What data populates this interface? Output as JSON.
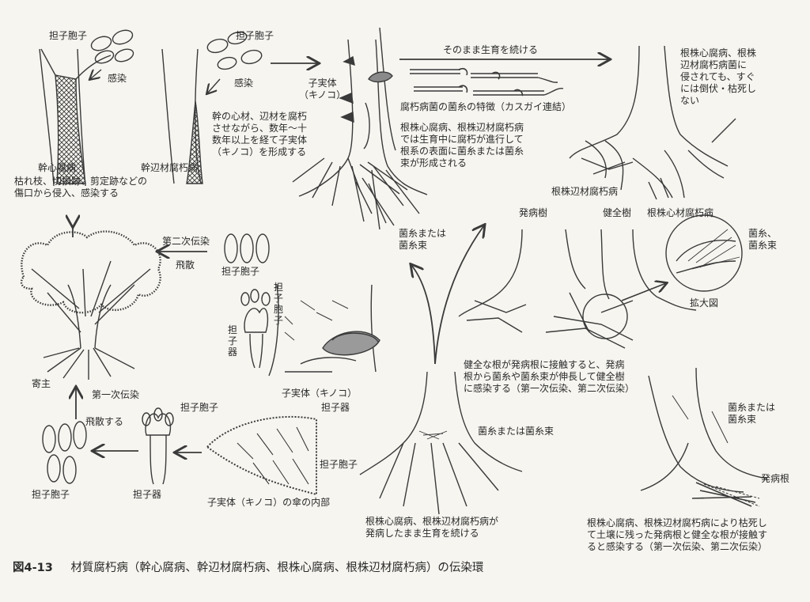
{
  "caption": {
    "figure_number": "図4-13",
    "title": "材質腐朽病（幹心腐病、幹辺材腐朽病、根株心腐病、根株辺材腐朽病）の伝染環"
  },
  "labels": {
    "basidiospore": "担子胞子",
    "infection": "感染",
    "trunk_heart_rot": "幹心腐病",
    "trunk_sapwood_rot": "幹辺材腐朽病",
    "infection_route": "枯れ枝、切損跡、剪定跡などの\n傷口から侵入、感染する",
    "fruiting_body_kinoko": "子実体\n（キノコ）",
    "fruiting_explain": "幹の心材、辺材を腐朽\nさせながら、数年〜十\n数年以上を経て子実体\n（キノコ）を形成する",
    "continue_growth": "そのまま生育を続ける",
    "clamp_connection": "腐朽病菌の菌糸の特徴（カスガイ連結）",
    "root_rot_desc": "根株心腐病、根株辺材腐朽病\nでは生育中に腐朽が進行して\n根系の表面に菌糸または菌糸\n束が形成される",
    "not_immediately": "根株心腐病、根株\n辺材腐朽病菌に\n侵されても、すぐ\nには倒伏・枯死し\nない",
    "root_sapwood_rot": "根株辺材腐朽病",
    "root_heart_rot": "根株心材腐朽病",
    "diseased_tree": "発病樹",
    "healthy_tree": "健全樹",
    "hyphae_or_bundle_stacked": "菌糸または\n菌糸束",
    "hyphae_bundle_mag": "菌糸、\n菌糸束",
    "magnified": "拡大図",
    "secondary_spread": "第二次伝染",
    "dispersal": "飛散",
    "basidiospore_vertical": "担\n子\n胞\n子",
    "basidium_vertical": "担\n子\n器",
    "fruiting_body_inline": "子実体（キノコ）",
    "contact_desc": "健全な根が発病根に接触すると、発病\n根から菌糸や菌糸束が伸長して健全樹\nに感染する（第一次伝染、第二次伝染）",
    "host": "寄主",
    "primary_spread": "第一次伝染",
    "disperse_verb": "飛散する",
    "basidium": "担子器",
    "cap_interior": "子実体（キノコ）の傘の内部",
    "hyphae_or_bundle_inline": "菌糸または菌糸束",
    "continue_while_diseased": "根株心腐病、根株辺材腐朽病が\n発病したまま生育を続ける",
    "diseased_root": "発病根",
    "death_desc": "根株心腐病、根株辺材腐朽病により枯死し\nて土壌に残った発病根と健全な根が接触す\nると感染する（第一次伝染、第二次伝染）"
  },
  "colors": {
    "line": "#3a3a3a",
    "paper": "#f6f5f0"
  }
}
